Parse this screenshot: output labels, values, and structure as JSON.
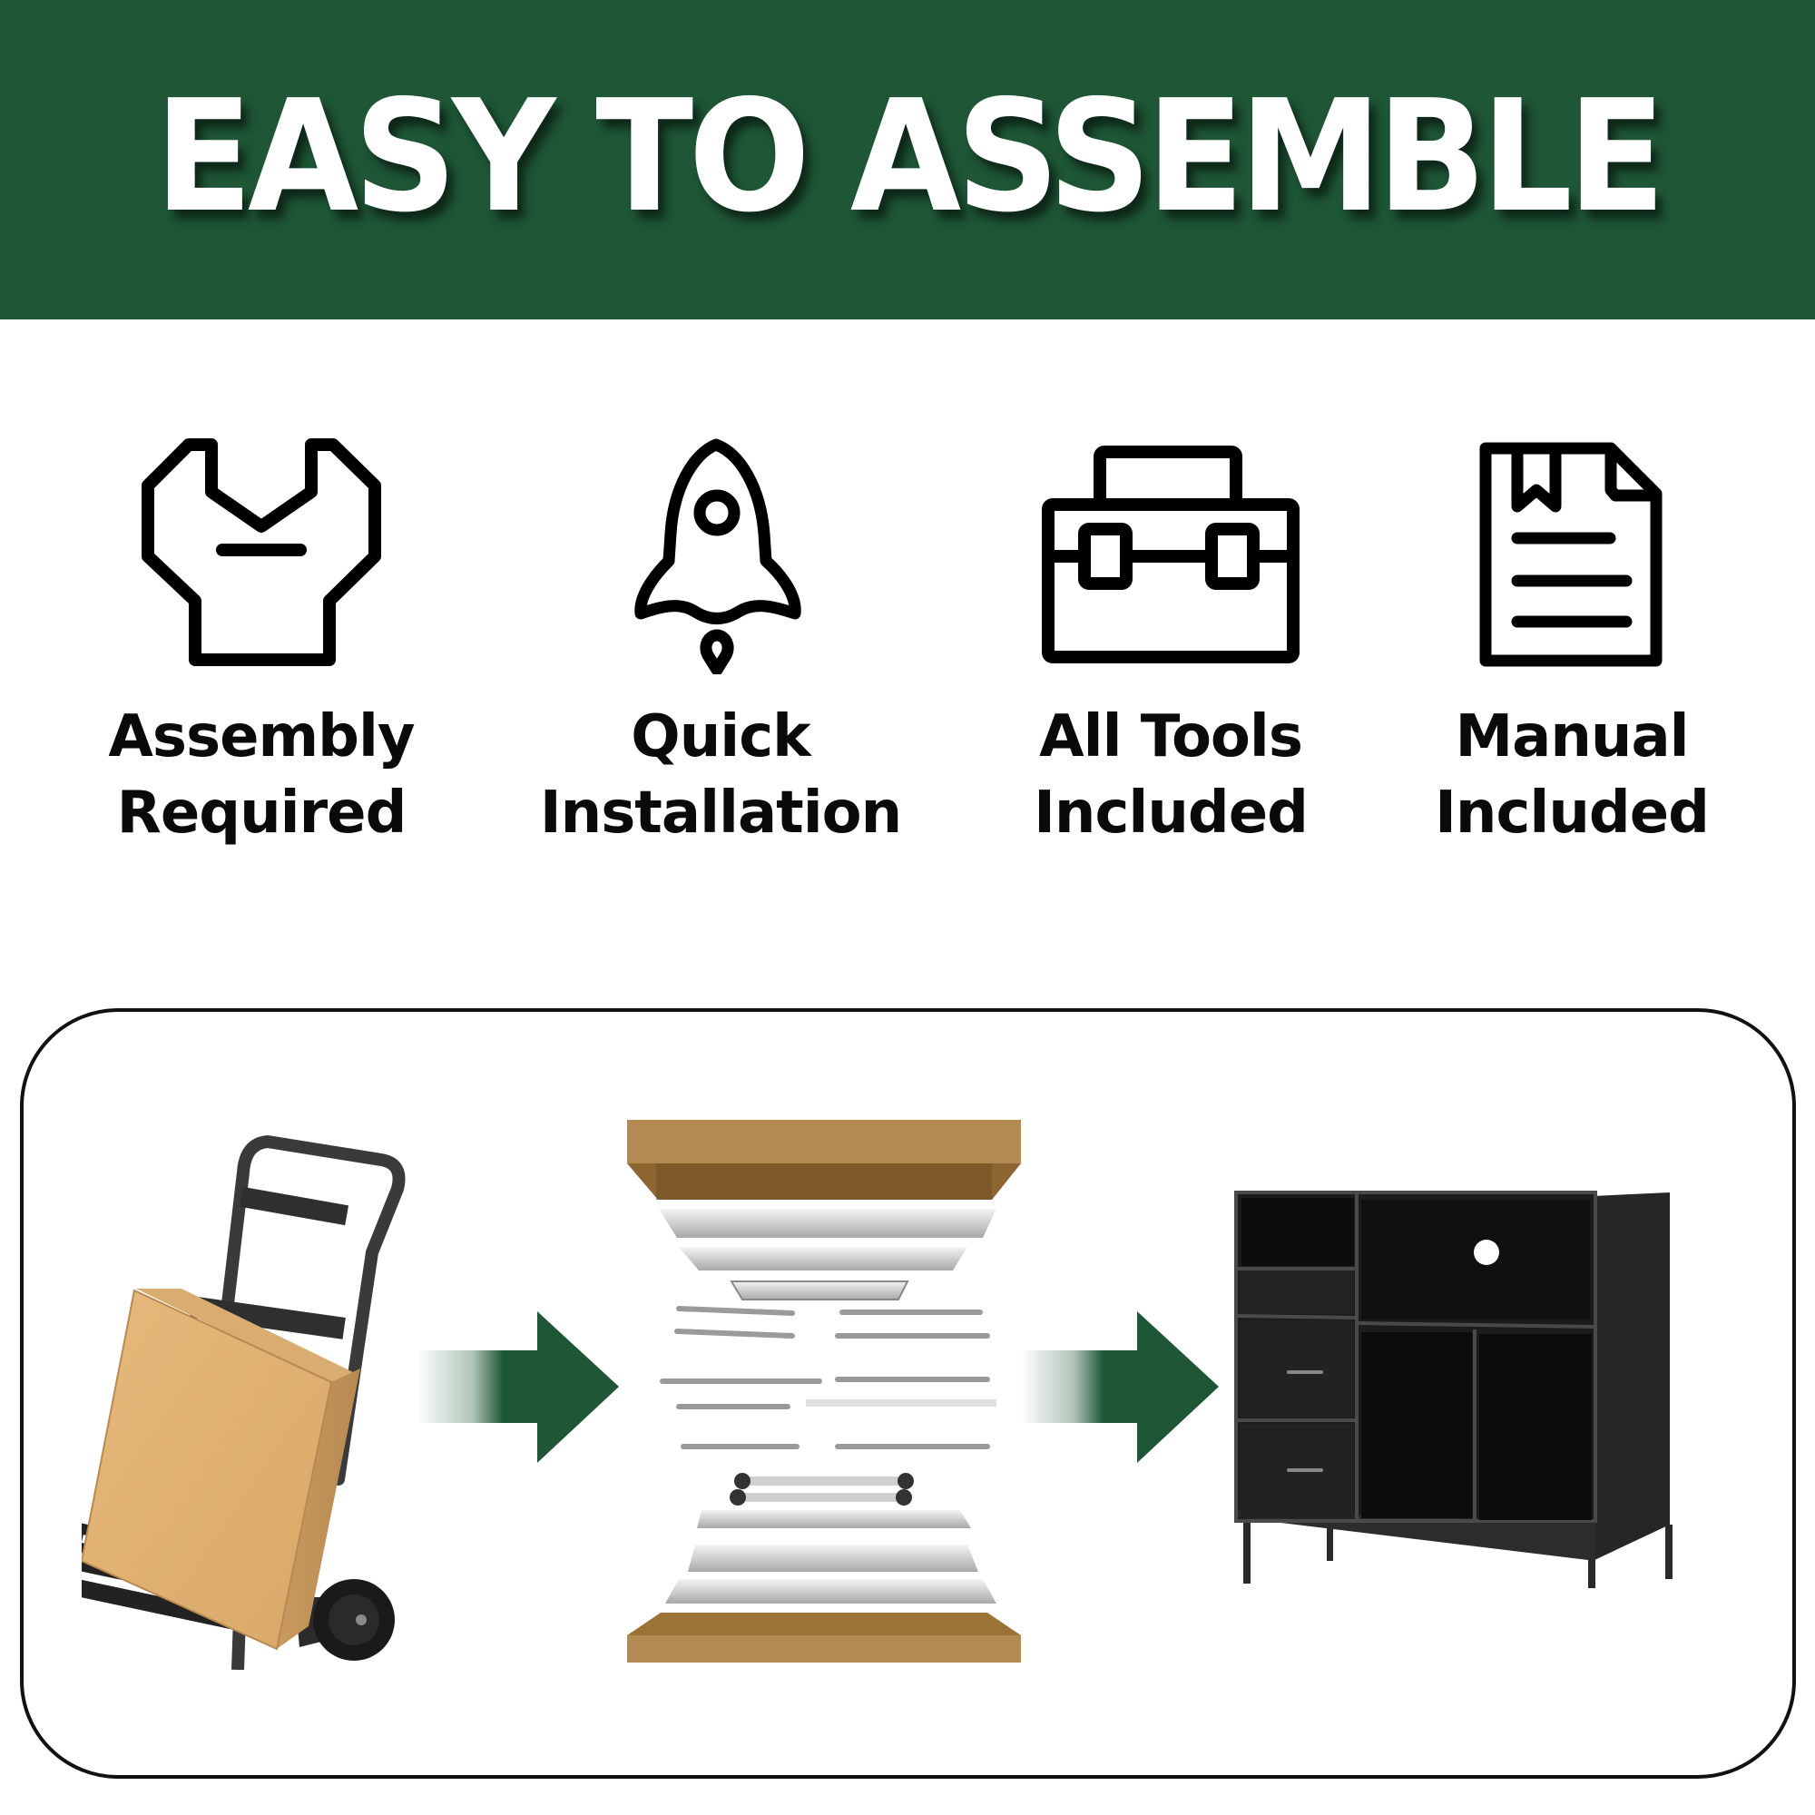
{
  "header": {
    "title": "EASY TO ASSEMBLE",
    "background_color": "#1e5636",
    "text_color": "#ffffff"
  },
  "features": [
    {
      "icon": "wrench-icon",
      "line1": "Assembly",
      "line2": "Required"
    },
    {
      "icon": "rocket-icon",
      "line1": "Quick",
      "line2": "Installation"
    },
    {
      "icon": "toolbox-icon",
      "line1": "All Tools",
      "line2": "Included"
    },
    {
      "icon": "manual-document-icon",
      "line1": "Manual",
      "line2": "Included"
    }
  ],
  "process": {
    "steps": [
      {
        "name": "boxed-package-on-hand-truck",
        "description": "Cardboard box on a hand truck"
      },
      {
        "name": "exploded-parts-view",
        "description": "Exploded view of cabinet panels between box halves"
      },
      {
        "name": "assembled-cabinet",
        "description": "Black wood-grain cabinet with two drawers, open shelves and metal legs"
      }
    ],
    "arrow_color": "#1e5636",
    "arrow_count": 2
  },
  "colors": {
    "accent_green": "#1e5636",
    "cardboard": "#c9a06a",
    "cabinet": "#1c1c1c",
    "text_dark": "#0a0a0a"
  }
}
